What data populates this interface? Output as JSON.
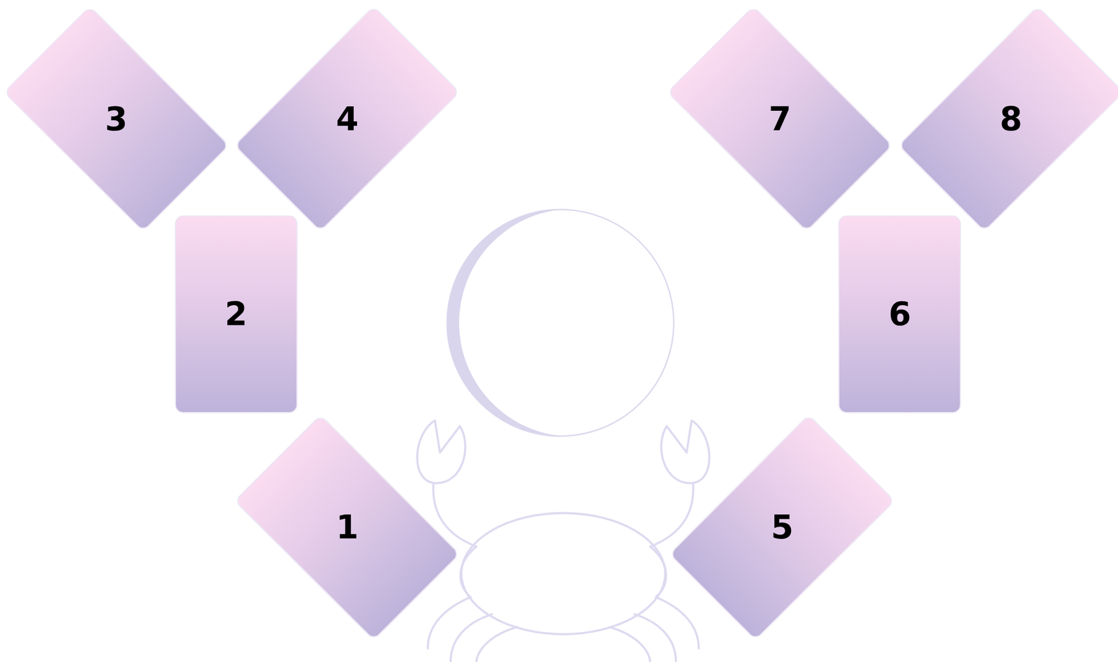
{
  "diagram": {
    "nodes": [
      {
        "text": [
          "3"
        ]
      },
      {
        "text": [
          "4"
        ]
      },
      {
        "text": [
          "7"
        ]
      },
      {
        "text": [
          "8"
        ]
      },
      {
        "text": [
          "2"
        ]
      },
      {
        "text": [
          "6"
        ]
      },
      {
        "text": [
          "1"
        ]
      },
      {
        "text": [
          "5"
        ]
      }
    ]
  }
}
